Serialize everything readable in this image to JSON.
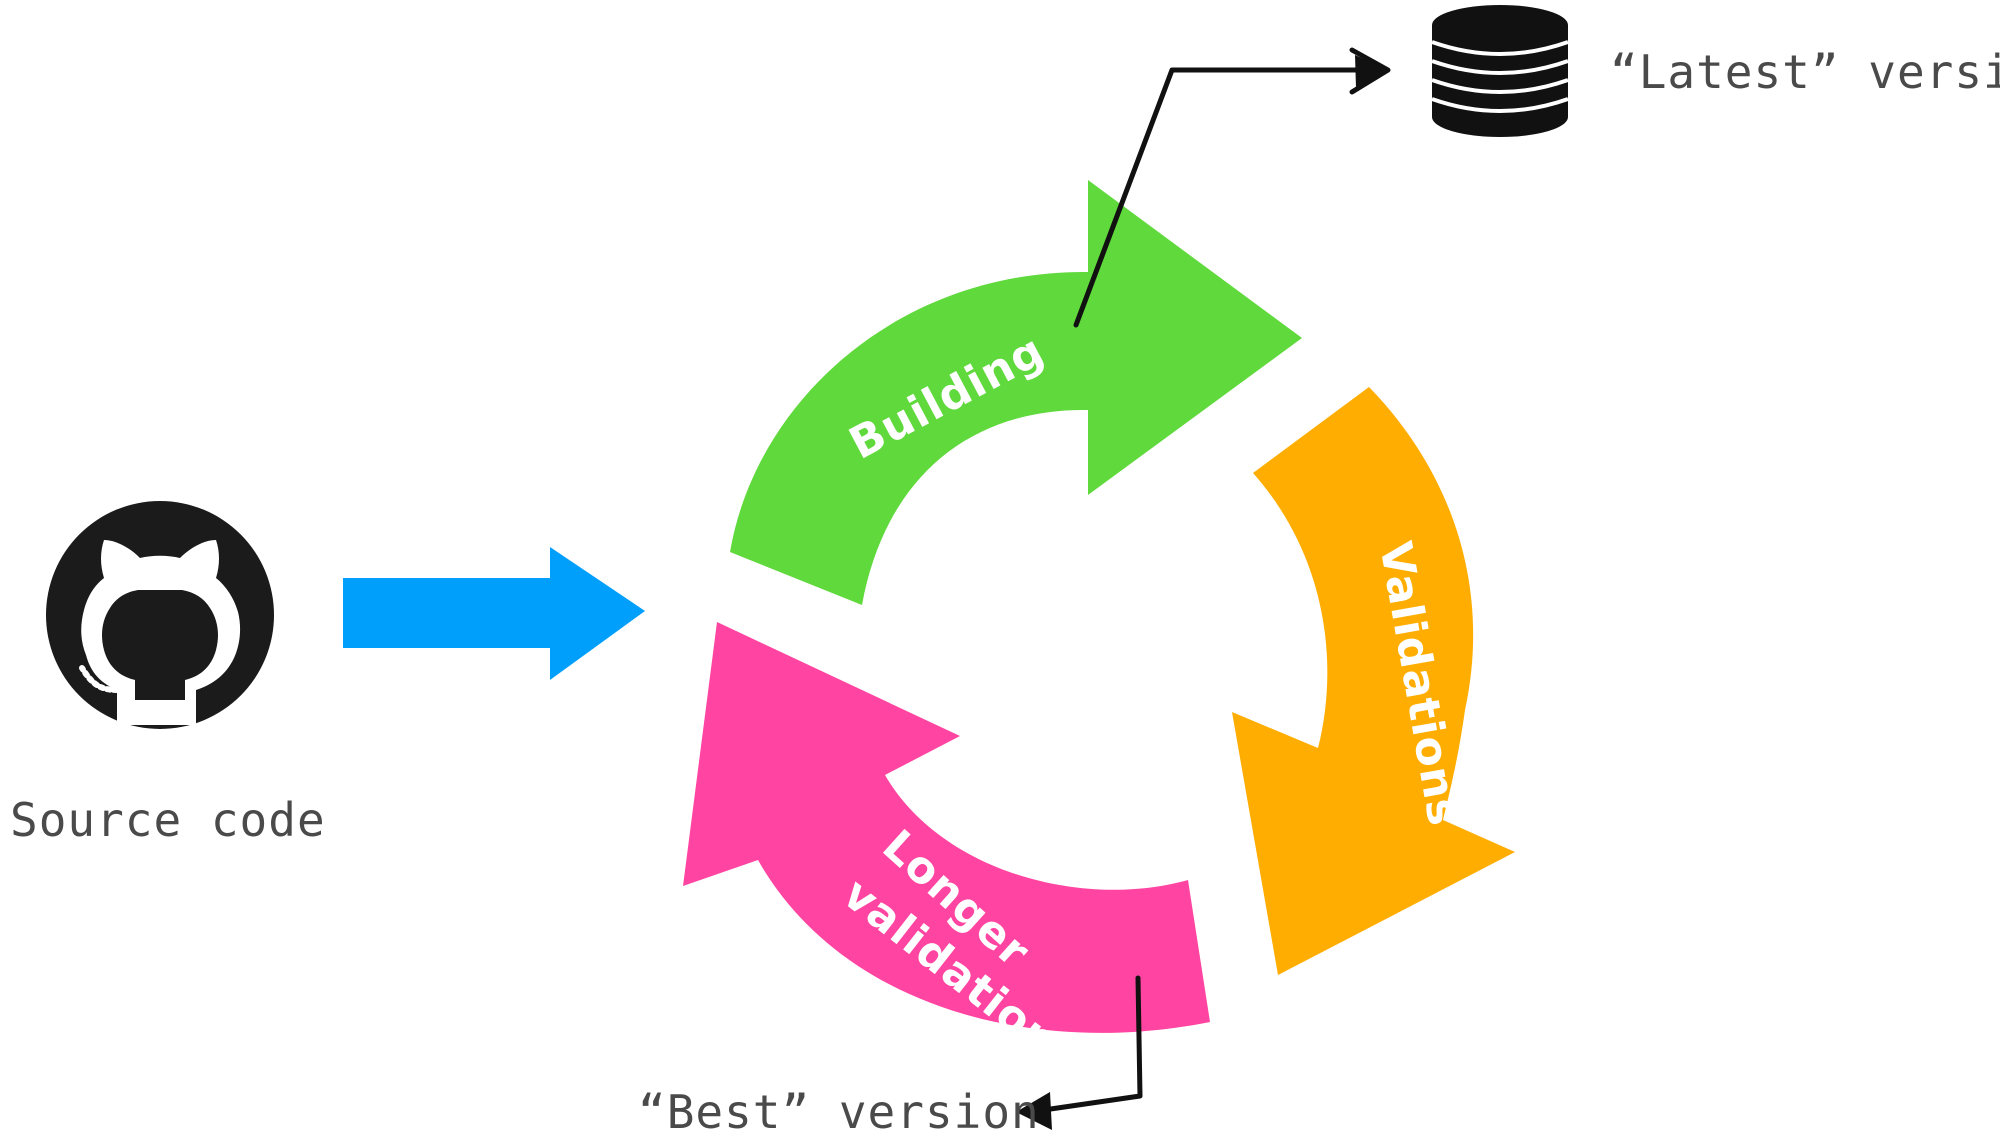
{
  "source": {
    "label": "Source code",
    "icon": "github-octocat-icon"
  },
  "cycle": {
    "building": {
      "label": "Building",
      "color": "#5fd93b"
    },
    "validations": {
      "label": "Validations",
      "color": "#ffad00"
    },
    "longer_validations": {
      "line1": "Longer",
      "line2": "validations",
      "color": "#ff44a1"
    }
  },
  "input_arrow_color": "#009ffb",
  "outputs": {
    "latest": {
      "label": "“Latest” version",
      "icon": "database-icon"
    },
    "best": {
      "label": "“Best” version"
    }
  }
}
